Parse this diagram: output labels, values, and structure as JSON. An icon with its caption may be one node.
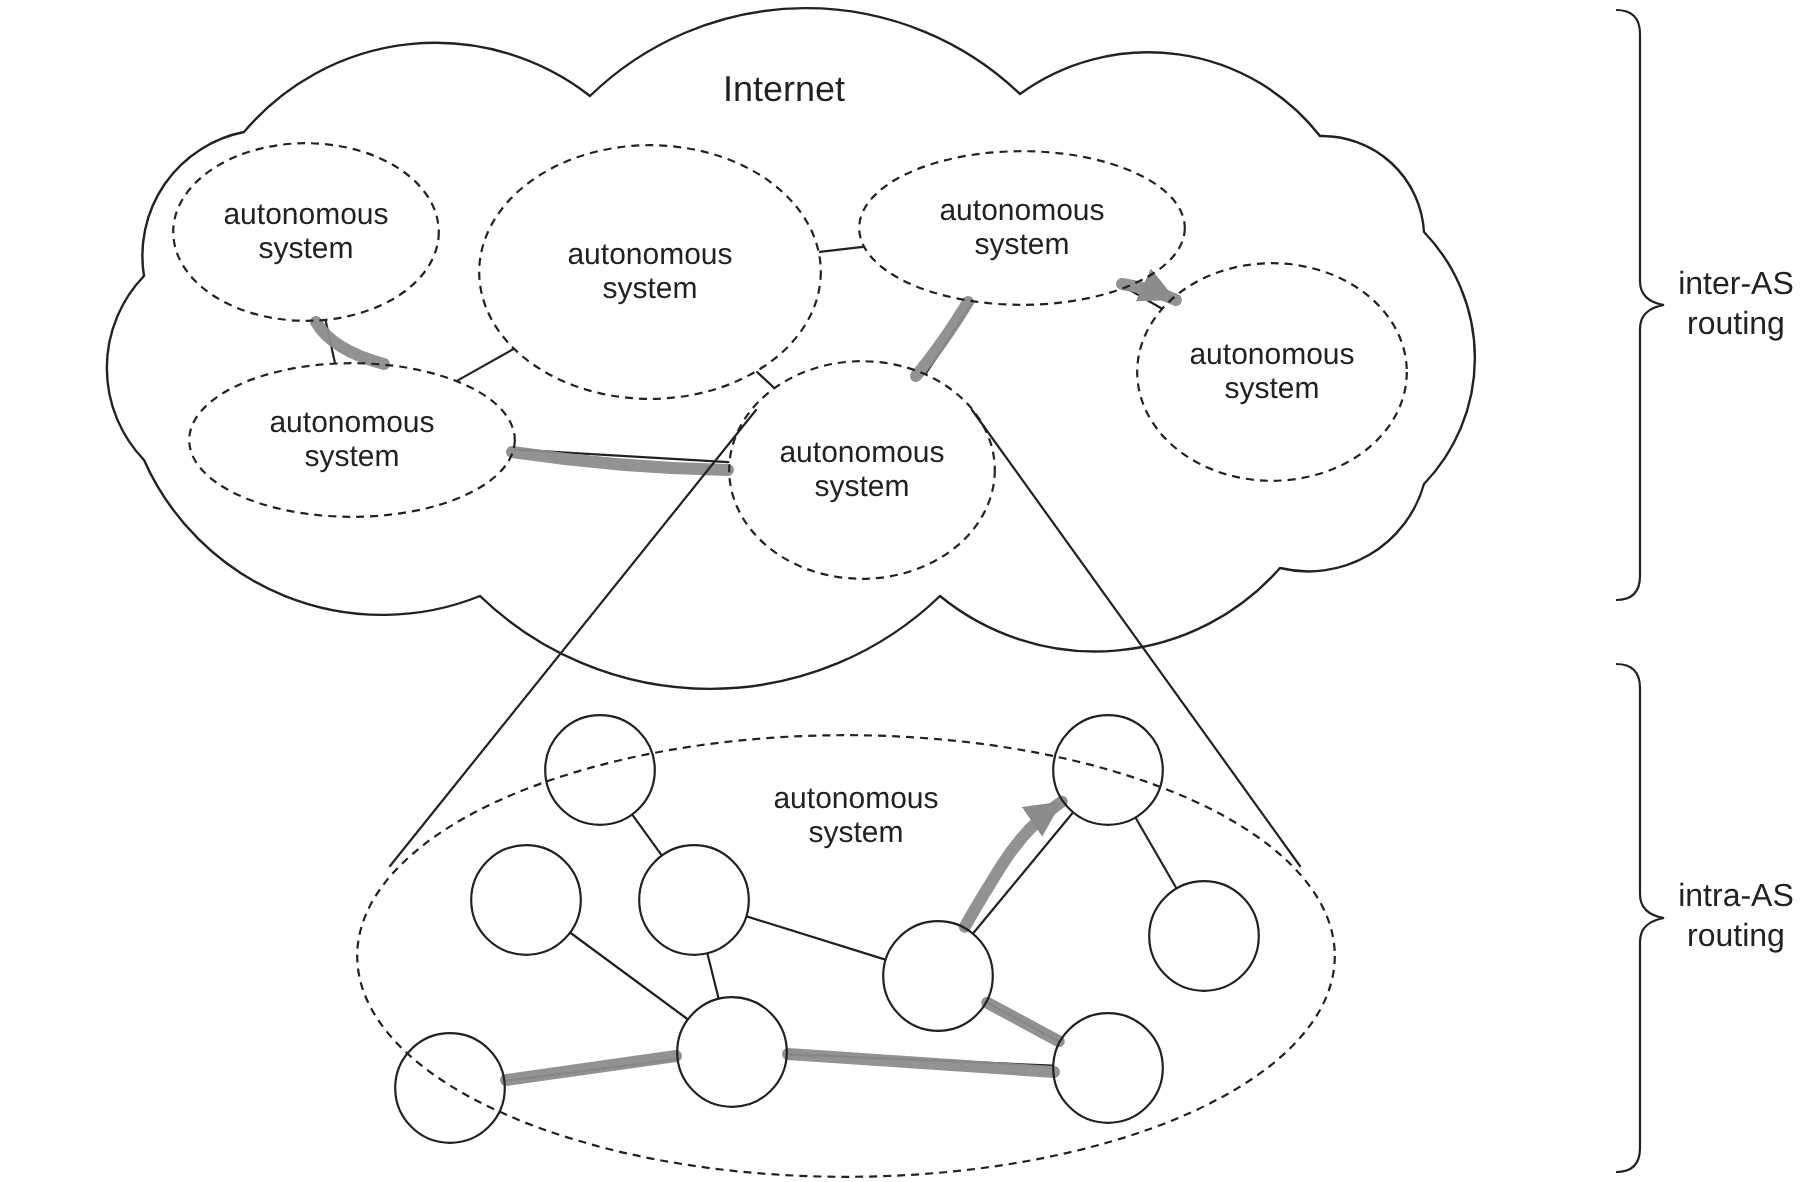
{
  "diagram": {
    "nodes": [
      {
        "text": [
          "Internet"
        ]
      },
      {
        "text": [
          "autonomous system"
        ],
        "in": 0
      },
      {
        "text": [
          "autonomous system"
        ],
        "in": 0
      },
      {
        "text": [
          "autonomous system"
        ],
        "in": 0
      },
      {
        "text": [
          "autonomous system"
        ],
        "in": 0
      },
      {
        "text": [
          "autonomous system"
        ],
        "in": 0
      },
      {
        "text": [
          "autonomous system"
        ],
        "in": 0
      },
      {
        "text": [
          "autonomous system"
        ]
      },
      {
        "text": [],
        "shape": "circle",
        "in": 7
      },
      {
        "text": [],
        "shape": "circle",
        "in": 7
      },
      {
        "text": [],
        "shape": "circle",
        "in": 7
      },
      {
        "text": [],
        "shape": "circle",
        "in": 7
      },
      {
        "text": [],
        "shape": "circle",
        "in": 7
      },
      {
        "text": [],
        "shape": "circle",
        "in": 7
      },
      {
        "text": [],
        "shape": "circle",
        "in": 7
      },
      {
        "text": [],
        "shape": "circle",
        "in": 7
      },
      {
        "text": [],
        "shape": "circle",
        "in": 7
      }
    ],
    "edges": [
      {
        "from": 1,
        "to": 4,
        "arrow": "none"
      },
      {
        "from": 2,
        "to": 4,
        "arrow": "none"
      },
      {
        "from": 2,
        "to": 3,
        "arrow": "none"
      },
      {
        "from": 2,
        "to": 5,
        "arrow": "none"
      },
      {
        "from": 4,
        "to": 5,
        "arrow": "none"
      },
      {
        "from": 5,
        "to": 3,
        "arrow": "none"
      },
      {
        "from": 3,
        "to": 6,
        "arrow": "none"
      },
      {
        "from": 1,
        "to": 4,
        "arrow": "none",
        "style": "thick",
        "color": "#8c8c8c"
      },
      {
        "from": 4,
        "to": 5,
        "arrow": "none",
        "style": "thick",
        "color": "#8c8c8c"
      },
      {
        "from": 5,
        "to": 3,
        "arrow": "none",
        "style": "thick",
        "color": "#8c8c8c"
      },
      {
        "from": 3,
        "to": 6,
        "arrow": "to",
        "style": "thick",
        "color": "#8c8c8c"
      },
      {
        "from": 5,
        "to": 7,
        "arrow": "none"
      },
      {
        "from": 5,
        "to": 7,
        "arrow": "none"
      },
      {
        "from": 8,
        "to": 10,
        "arrow": "none"
      },
      {
        "from": 9,
        "to": 15,
        "arrow": "none"
      },
      {
        "from": 10,
        "to": 15,
        "arrow": "none"
      },
      {
        "from": 10,
        "to": 13,
        "arrow": "none"
      },
      {
        "from": 13,
        "to": 11,
        "arrow": "none"
      },
      {
        "from": 11,
        "to": 12,
        "arrow": "none"
      },
      {
        "from": 13,
        "to": 16,
        "arrow": "none"
      },
      {
        "from": 14,
        "to": 15,
        "arrow": "none"
      },
      {
        "from": 15,
        "to": 16,
        "arrow": "none"
      },
      {
        "from": 14,
        "to": 15,
        "arrow": "none",
        "style": "thick",
        "color": "#8c8c8c"
      },
      {
        "from": 15,
        "to": 16,
        "arrow": "none",
        "style": "thick",
        "color": "#8c8c8c"
      },
      {
        "from": 16,
        "to": 13,
        "arrow": "none",
        "style": "thick",
        "color": "#8c8c8c"
      },
      {
        "from": 13,
        "to": 11,
        "arrow": "to",
        "style": "thick",
        "color": "#8c8c8c"
      }
    ],
    "labels": [
      "inter-AS routing",
      "intra-AS routing"
    ]
  }
}
